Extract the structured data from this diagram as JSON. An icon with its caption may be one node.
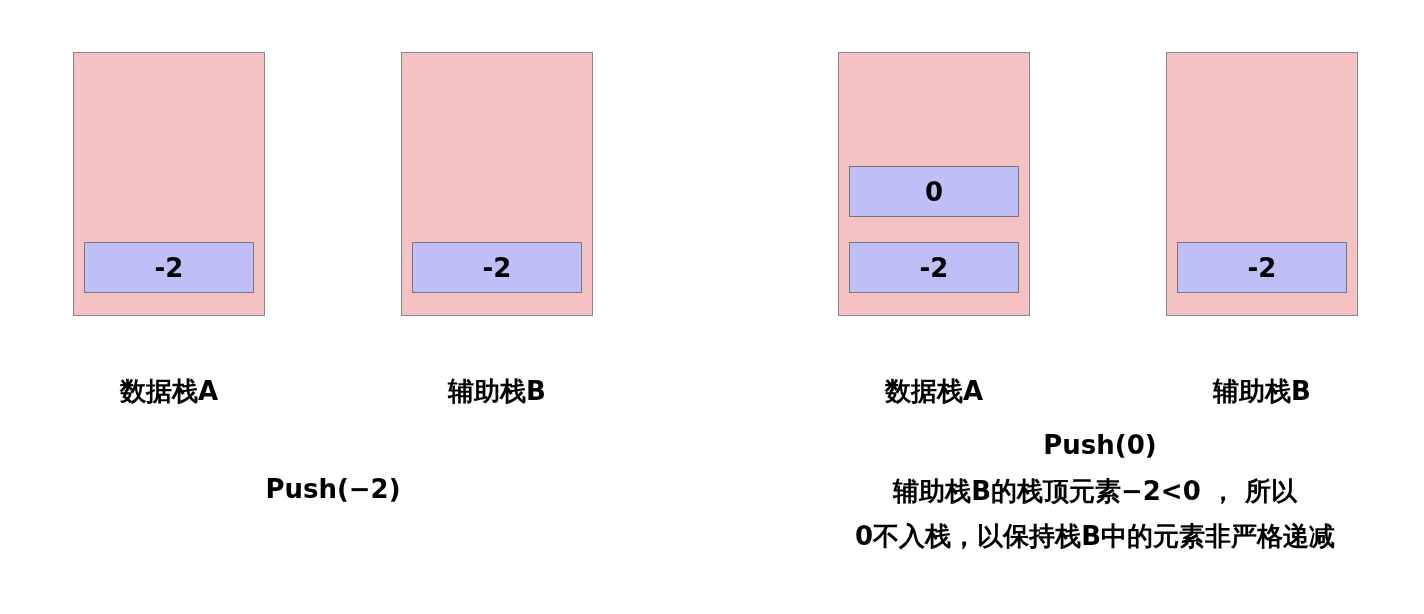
{
  "diagram": {
    "nodes": [
      {
        "text": [
          "数据栈A"
        ]
      },
      {
        "text": [
          "-2"
        ],
        "in": 0
      },
      {
        "text": [
          "辅助栈B"
        ]
      },
      {
        "text": [
          "-2"
        ],
        "in": 2
      },
      {
        "text": [
          "数据栈A"
        ]
      },
      {
        "text": [
          "0"
        ],
        "in": 4
      },
      {
        "text": [
          "-2"
        ],
        "in": 4
      },
      {
        "text": [
          "辅助栈B"
        ]
      },
      {
        "text": [
          "-2"
        ],
        "in": 7
      }
    ],
    "edges": [],
    "labels": [
      "Push(−2)",
      "Push(0)",
      "辅助栈B的栈顶元素−2<0 ， 所以",
      "0不入栈，以保持栈B中的元素非严格递减"
    ]
  }
}
